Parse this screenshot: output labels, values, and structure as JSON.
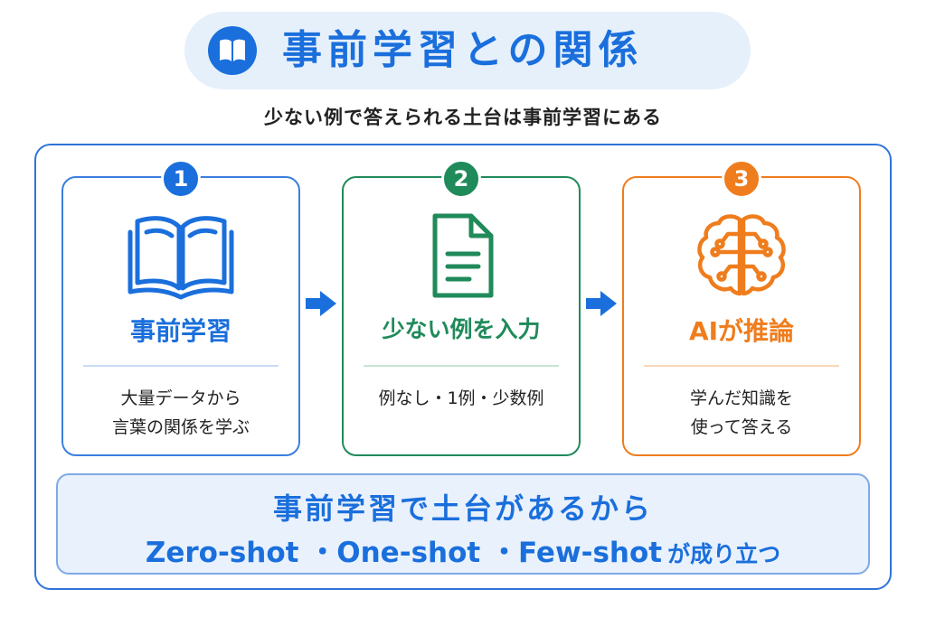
{
  "header": {
    "title": "事前学習との関係",
    "title_icon": "open-book-icon",
    "subtitle": "少ない例で答えられる土台は事前学習にある"
  },
  "steps": [
    {
      "number": "1",
      "icon": "open-book-icon",
      "title": "事前学習",
      "description": "大量データから\n言葉の関係を学ぶ",
      "color": "#1a6fdc"
    },
    {
      "number": "2",
      "icon": "document-icon",
      "title": "少ない例を入力",
      "description": "例なし・1例・少数例",
      "color": "#1f8a5a"
    },
    {
      "number": "3",
      "icon": "brain-circuit-icon",
      "title": "AIが推論",
      "description": "学んだ知識を\n使って答える",
      "color": "#ef7d1d"
    }
  ],
  "banner": {
    "line1": "事前学習で土台があるから",
    "line2_shots": "Zero-shot ・One-shot ・Few-shot",
    "line2_tail": "が成り立つ"
  },
  "colors": {
    "blue": "#1a6fdc",
    "green": "#1f8a5a",
    "orange": "#ef7d1d",
    "banner_bg": "#e9f1fc"
  }
}
